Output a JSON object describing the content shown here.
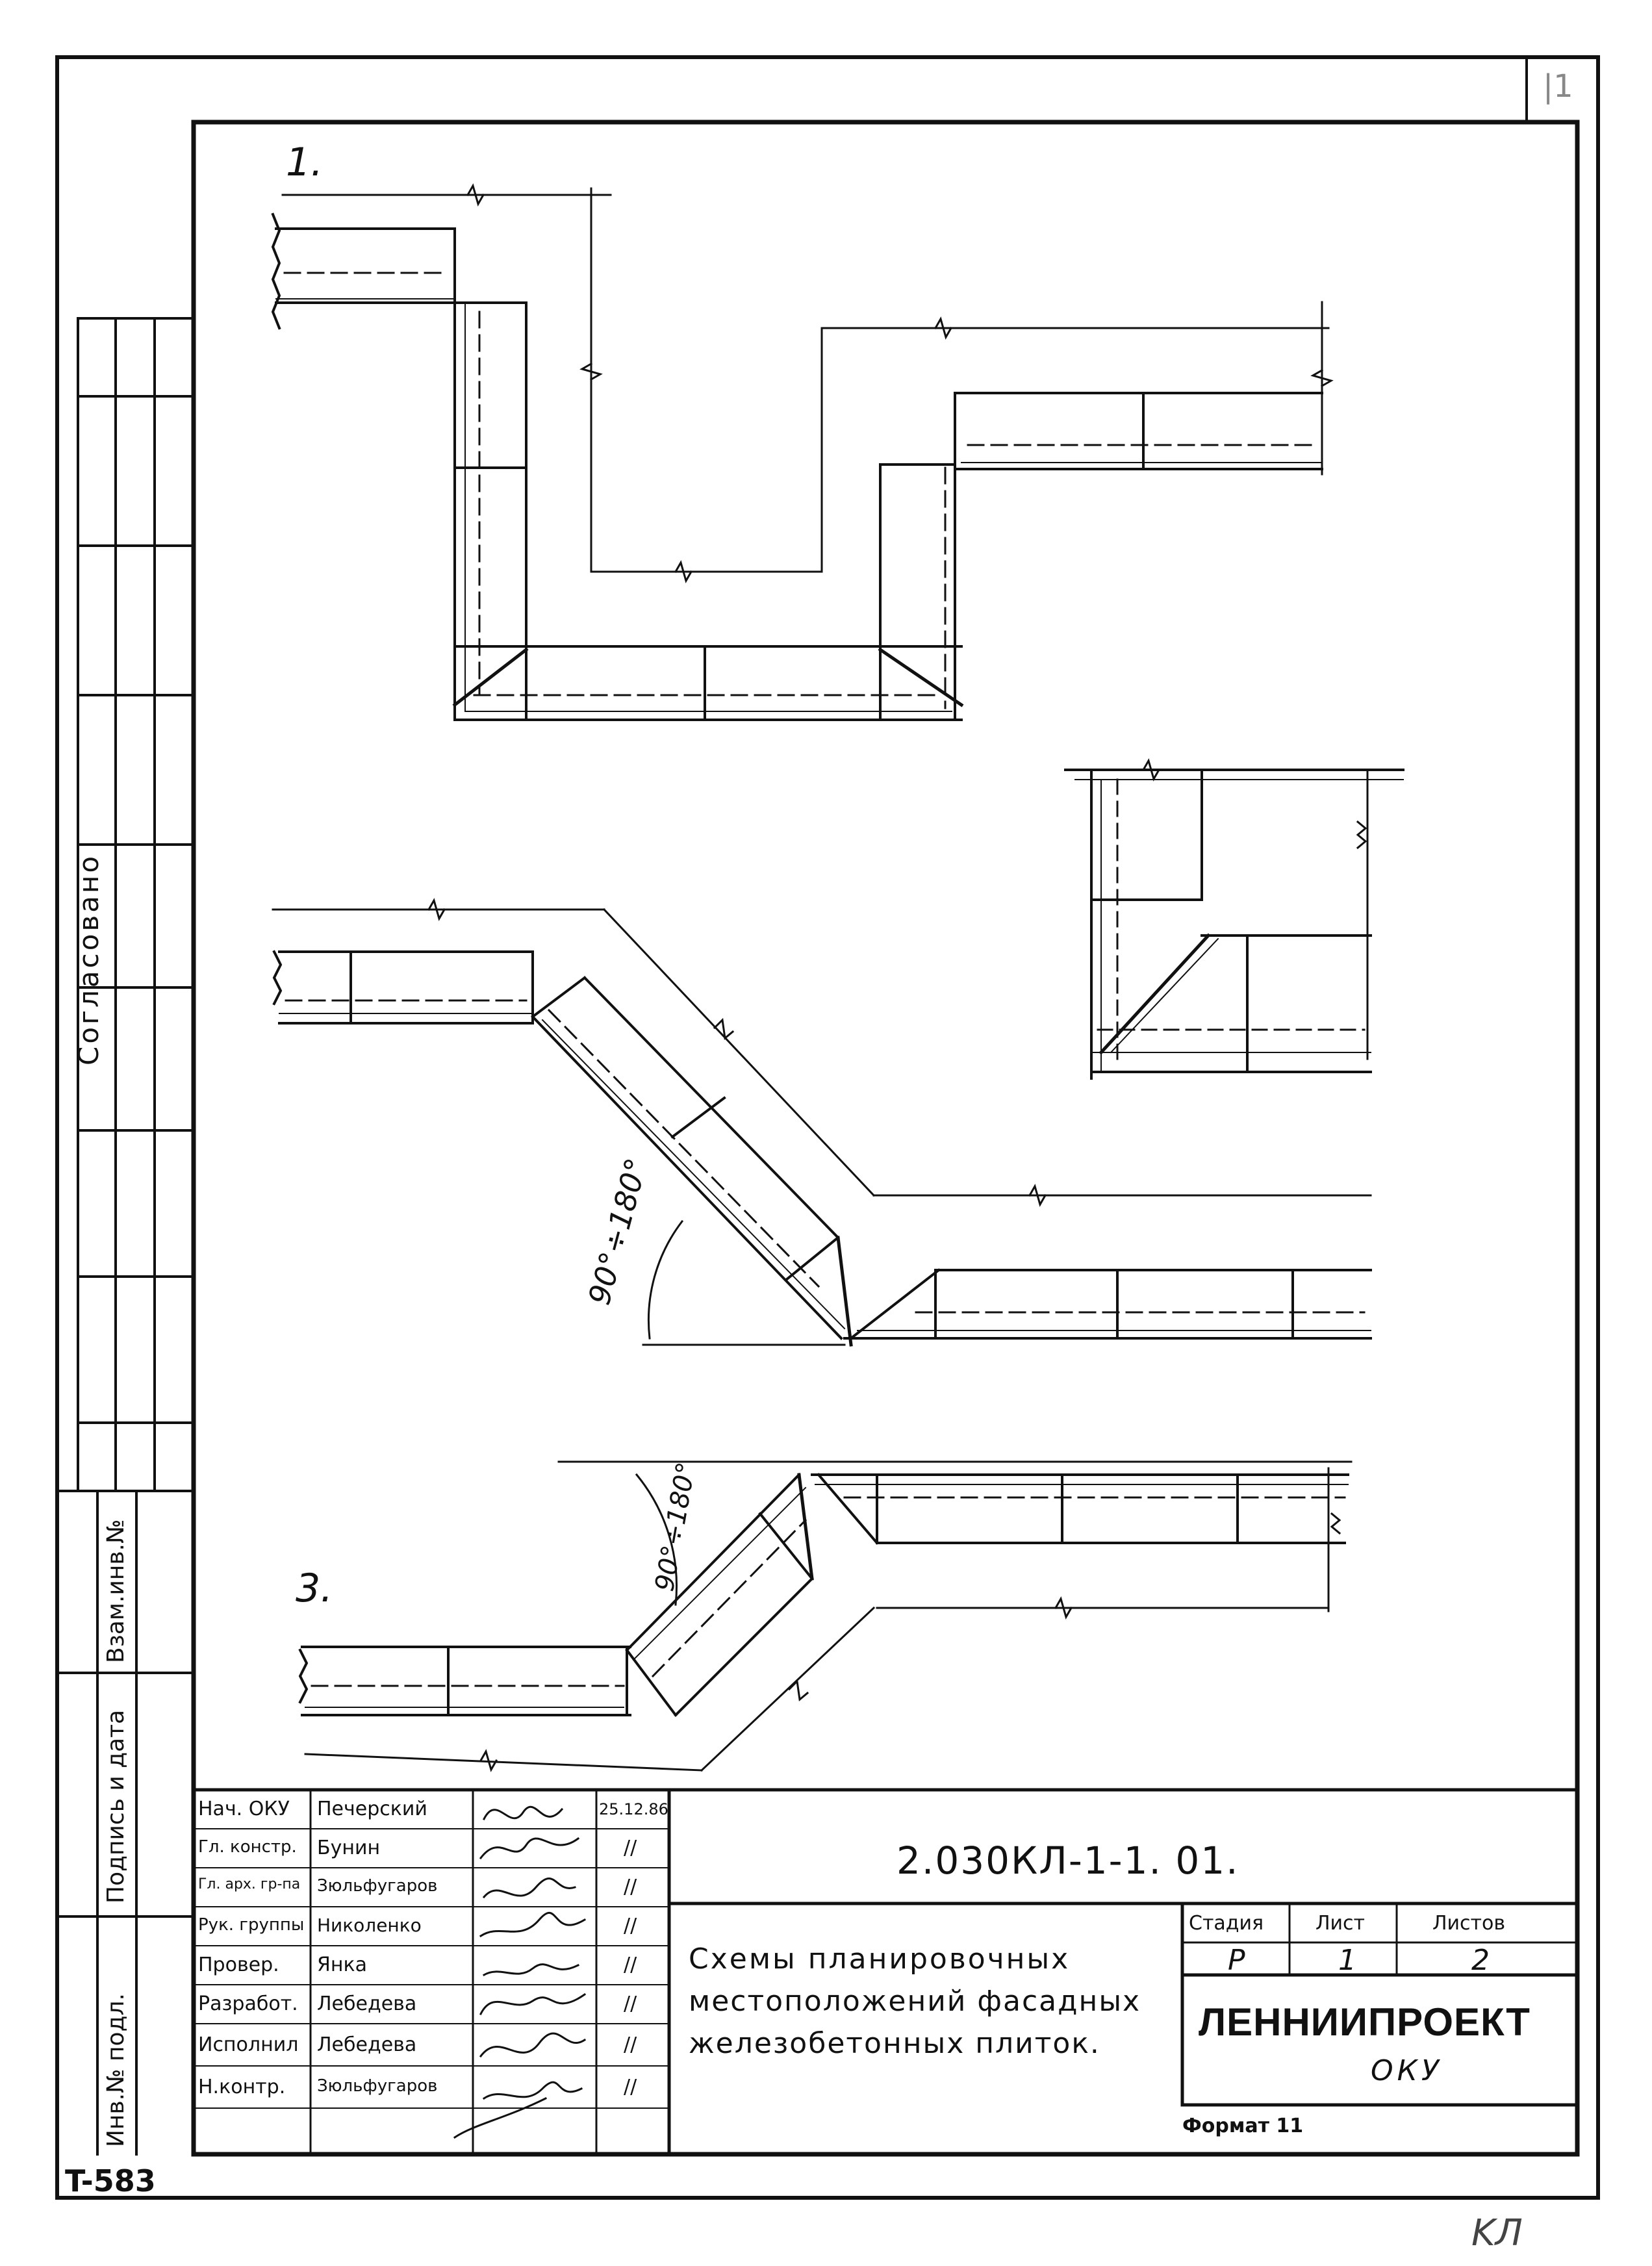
{
  "sheet": {
    "corner_tab": "|1",
    "frame_number": "T-583",
    "bottom_corner_mark": "KЛ",
    "format_note": "Формат 11"
  },
  "side_strip": {
    "agreed_label": "Согласовано",
    "replaced_inv_label": "Взам.инв.№",
    "signature_date_label": "Подпись и дата",
    "inv_original_label": "Инв.№ подл."
  },
  "drawing": {
    "figure_1_label": "1.",
    "figure_3_label": "3.",
    "angle_1_label": "90°÷180°",
    "angle_3_label": "90°÷180°"
  },
  "stamp": {
    "roles": [
      {
        "role": "Нач. ОКУ",
        "name": "Печерский",
        "mark": "25.12.86"
      },
      {
        "role": "Гл. констр.",
        "name": "Бунин",
        "mark": "//"
      },
      {
        "role": "Гл. арх. гр-па",
        "name": "Зюльфугаров",
        "mark": "//"
      },
      {
        "role": "Рук. группы",
        "name": "Николенко",
        "mark": "//"
      },
      {
        "role": "Провер.",
        "name": "Янка",
        "mark": "//"
      },
      {
        "role": "Разработ.",
        "name": "Лебедева",
        "mark": "//"
      },
      {
        "role": "Исполнил",
        "name": "Лебедева",
        "mark": "//"
      },
      {
        "role": "Н.контр.",
        "name": "Зюльфугаров",
        "mark": "//"
      }
    ],
    "document_code": "2.030КЛ-1-1. 01.",
    "title_line_1": "Схемы планировочных",
    "title_line_2": "местоположений фасадных",
    "title_line_3": "железобетонных плиток.",
    "stage_header": "Стадия",
    "sheet_header": "Лист",
    "sheets_header": "Листов",
    "stage_value": "Р",
    "sheet_value": "1",
    "sheets_value": "2",
    "organization": "ЛЕННИИПРОЕКТ",
    "department": "ОКУ"
  }
}
